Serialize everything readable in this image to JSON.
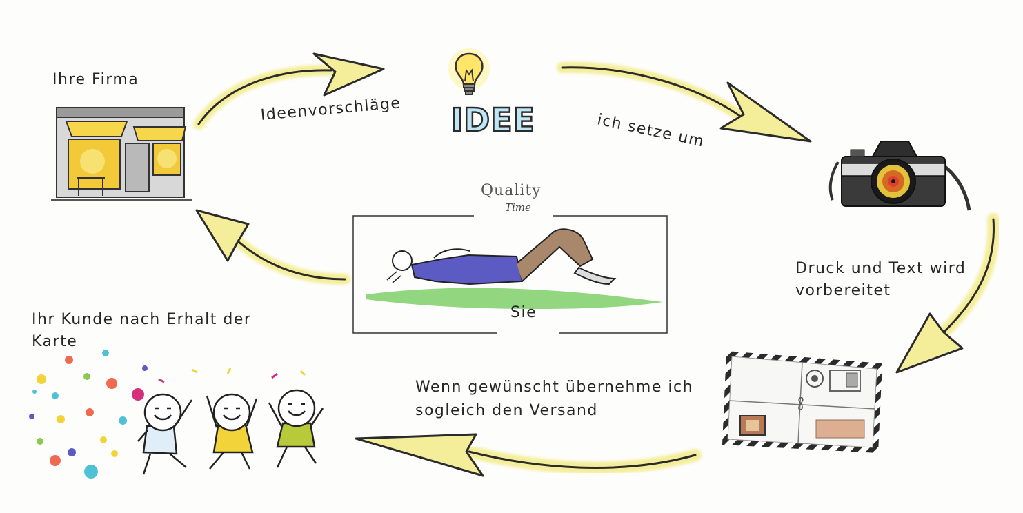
{
  "labels": {
    "company": "Ihre Firma",
    "ideas": "Ideenvorschläge",
    "idea_word": "IDEE",
    "implement": "ich setze um",
    "print_line1": "Druck und Text wird",
    "print_line2": "vorbereitet",
    "shipping_line1": "Wenn gewünscht übernehme ich",
    "shipping_line2": "sogleich den Versand",
    "customer_line1": "Ihr Kunde nach Erhalt der",
    "customer_line2": "Karte",
    "quality": "Quality",
    "time": "Time",
    "you": "Sie"
  },
  "colors": {
    "arrow_fill": "#f4ee9a",
    "arrow_stroke": "#2b2b2b",
    "accent_yellow": "#f2d43a",
    "grass": "#7fcf6a",
    "shirt": "#5c5bc4",
    "idea_blue": "#bfe6f5"
  },
  "icons": [
    "storefront-icon",
    "lightbulb-icon",
    "camera-icon",
    "postcard-icon",
    "happy-people-icon",
    "lying-person-icon"
  ]
}
